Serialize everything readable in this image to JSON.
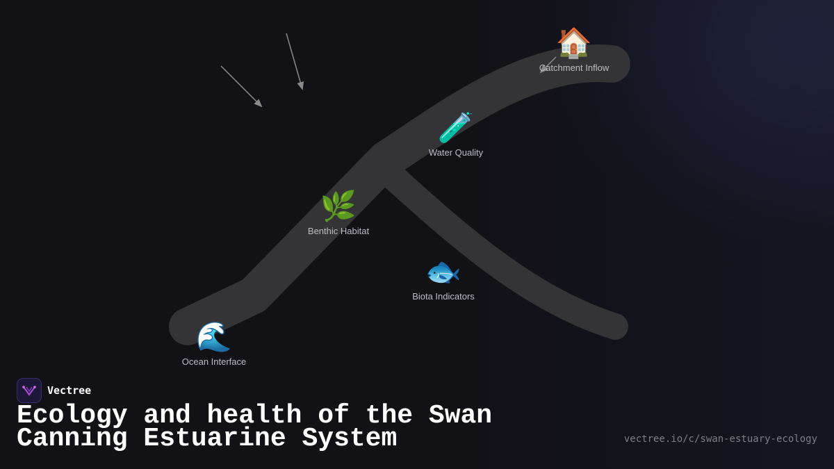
{
  "brand": {
    "name": "Vectree",
    "logo_icon": "vectree-logo-icon",
    "logo_color": "#b04cd8"
  },
  "title": "Ecology and health of the Swan Canning Estuarine System",
  "url": "vectree.io/c/swan-estuary-ecology",
  "nodes": [
    {
      "id": "catchment",
      "label": "Catchment Inflow",
      "icon": "🏠",
      "icon_name": "house-icon"
    },
    {
      "id": "water",
      "label": "Water Quality",
      "icon": "🧪",
      "icon_name": "test-tube-icon"
    },
    {
      "id": "benthic",
      "label": "Benthic Habitat",
      "icon": "🌿",
      "icon_name": "herb-icon"
    },
    {
      "id": "biota",
      "label": "Biota Indicators",
      "icon": "🐟",
      "icon_name": "fish-icon"
    },
    {
      "id": "ocean",
      "label": "Ocean Interface",
      "icon": "🌊",
      "icon_name": "wave-icon"
    }
  ],
  "colors": {
    "background": "#111116",
    "river": "#343436",
    "arrow": "#8a8a8a",
    "label": "#bcbcc4"
  }
}
